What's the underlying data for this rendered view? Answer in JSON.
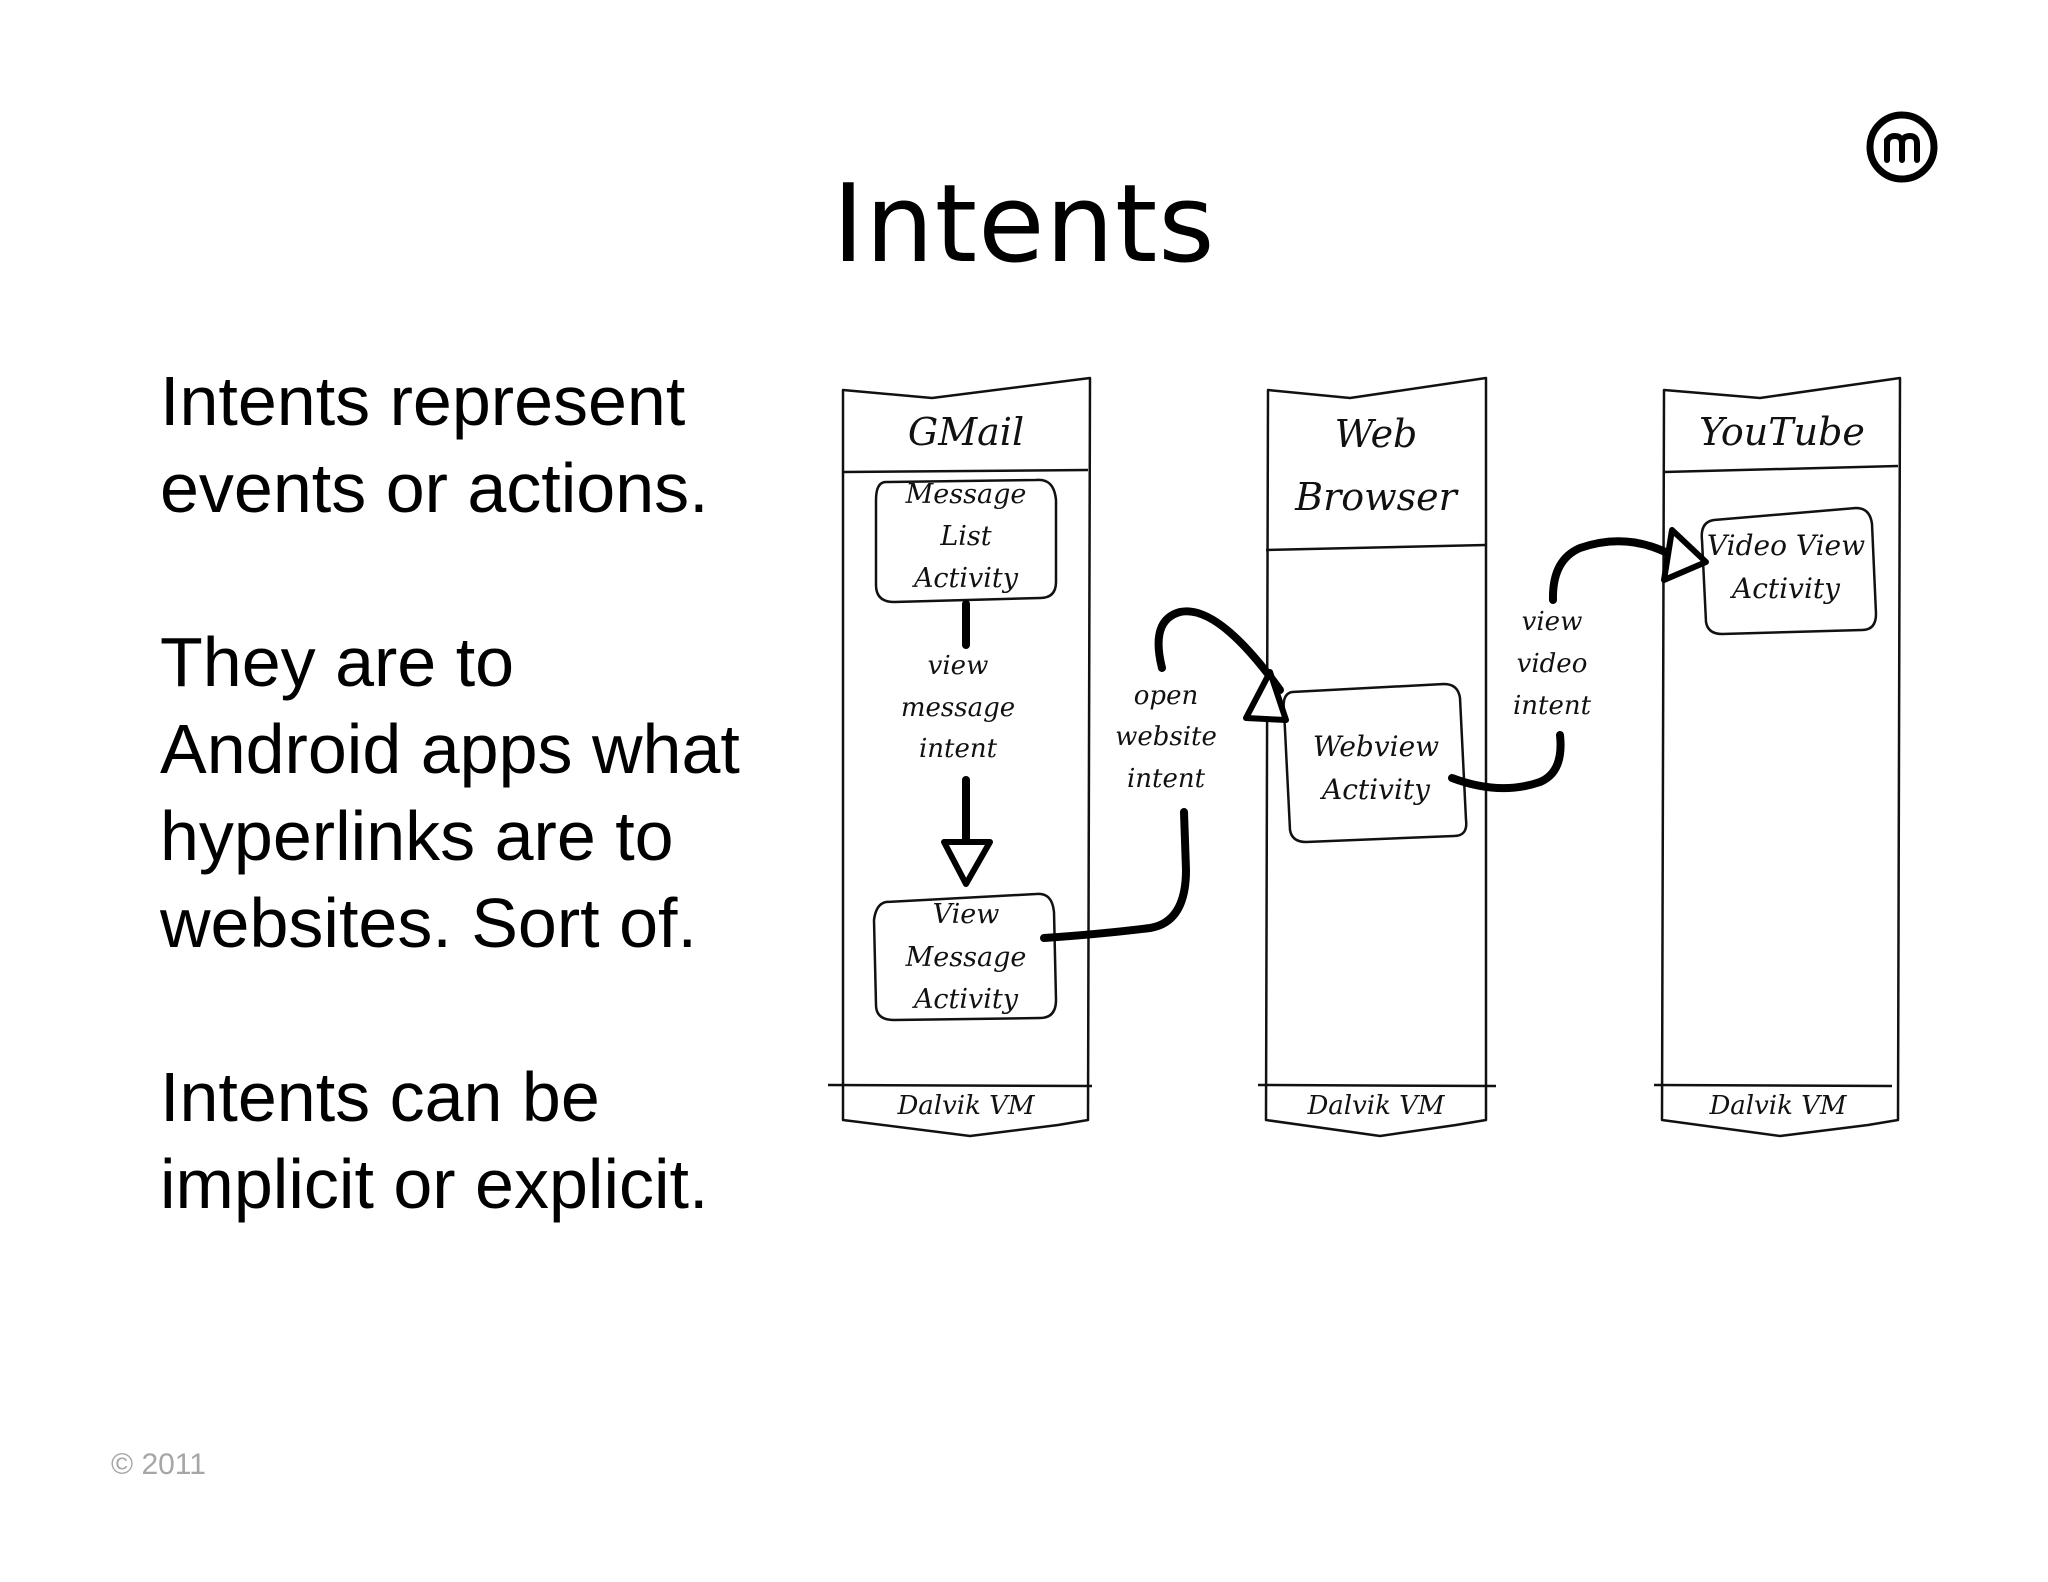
{
  "slide": {
    "title": "Intents",
    "paragraphs": [
      [
        "Intents represent",
        "events or actions."
      ],
      [
        "They are to",
        "Android apps what",
        "hyperlinks are to",
        "websites. Sort of."
      ],
      [
        "Intents can be",
        "implicit or explicit."
      ]
    ],
    "copyright": "© 2011",
    "logo_icon": "m-circle-logo-icon"
  },
  "diagram": {
    "apps": [
      {
        "name": "GMail",
        "vm": "Dalvik VM"
      },
      {
        "name_lines": [
          "Web",
          "Browser"
        ],
        "vm": "Dalvik VM"
      },
      {
        "name": "YouTube",
        "vm": "Dalvik VM"
      }
    ],
    "activities": {
      "message_list": [
        "Message",
        "List",
        "Activity"
      ],
      "view_message": [
        "View",
        "Message",
        "Activity"
      ],
      "webview": [
        "Webview",
        "Activity"
      ],
      "video_view": [
        "Video View",
        "Activity"
      ]
    },
    "intents": {
      "view_message": [
        "view",
        "message",
        "intent"
      ],
      "open_website": [
        "open",
        "website",
        "intent"
      ],
      "view_video": [
        "view",
        "video",
        "intent"
      ]
    }
  }
}
